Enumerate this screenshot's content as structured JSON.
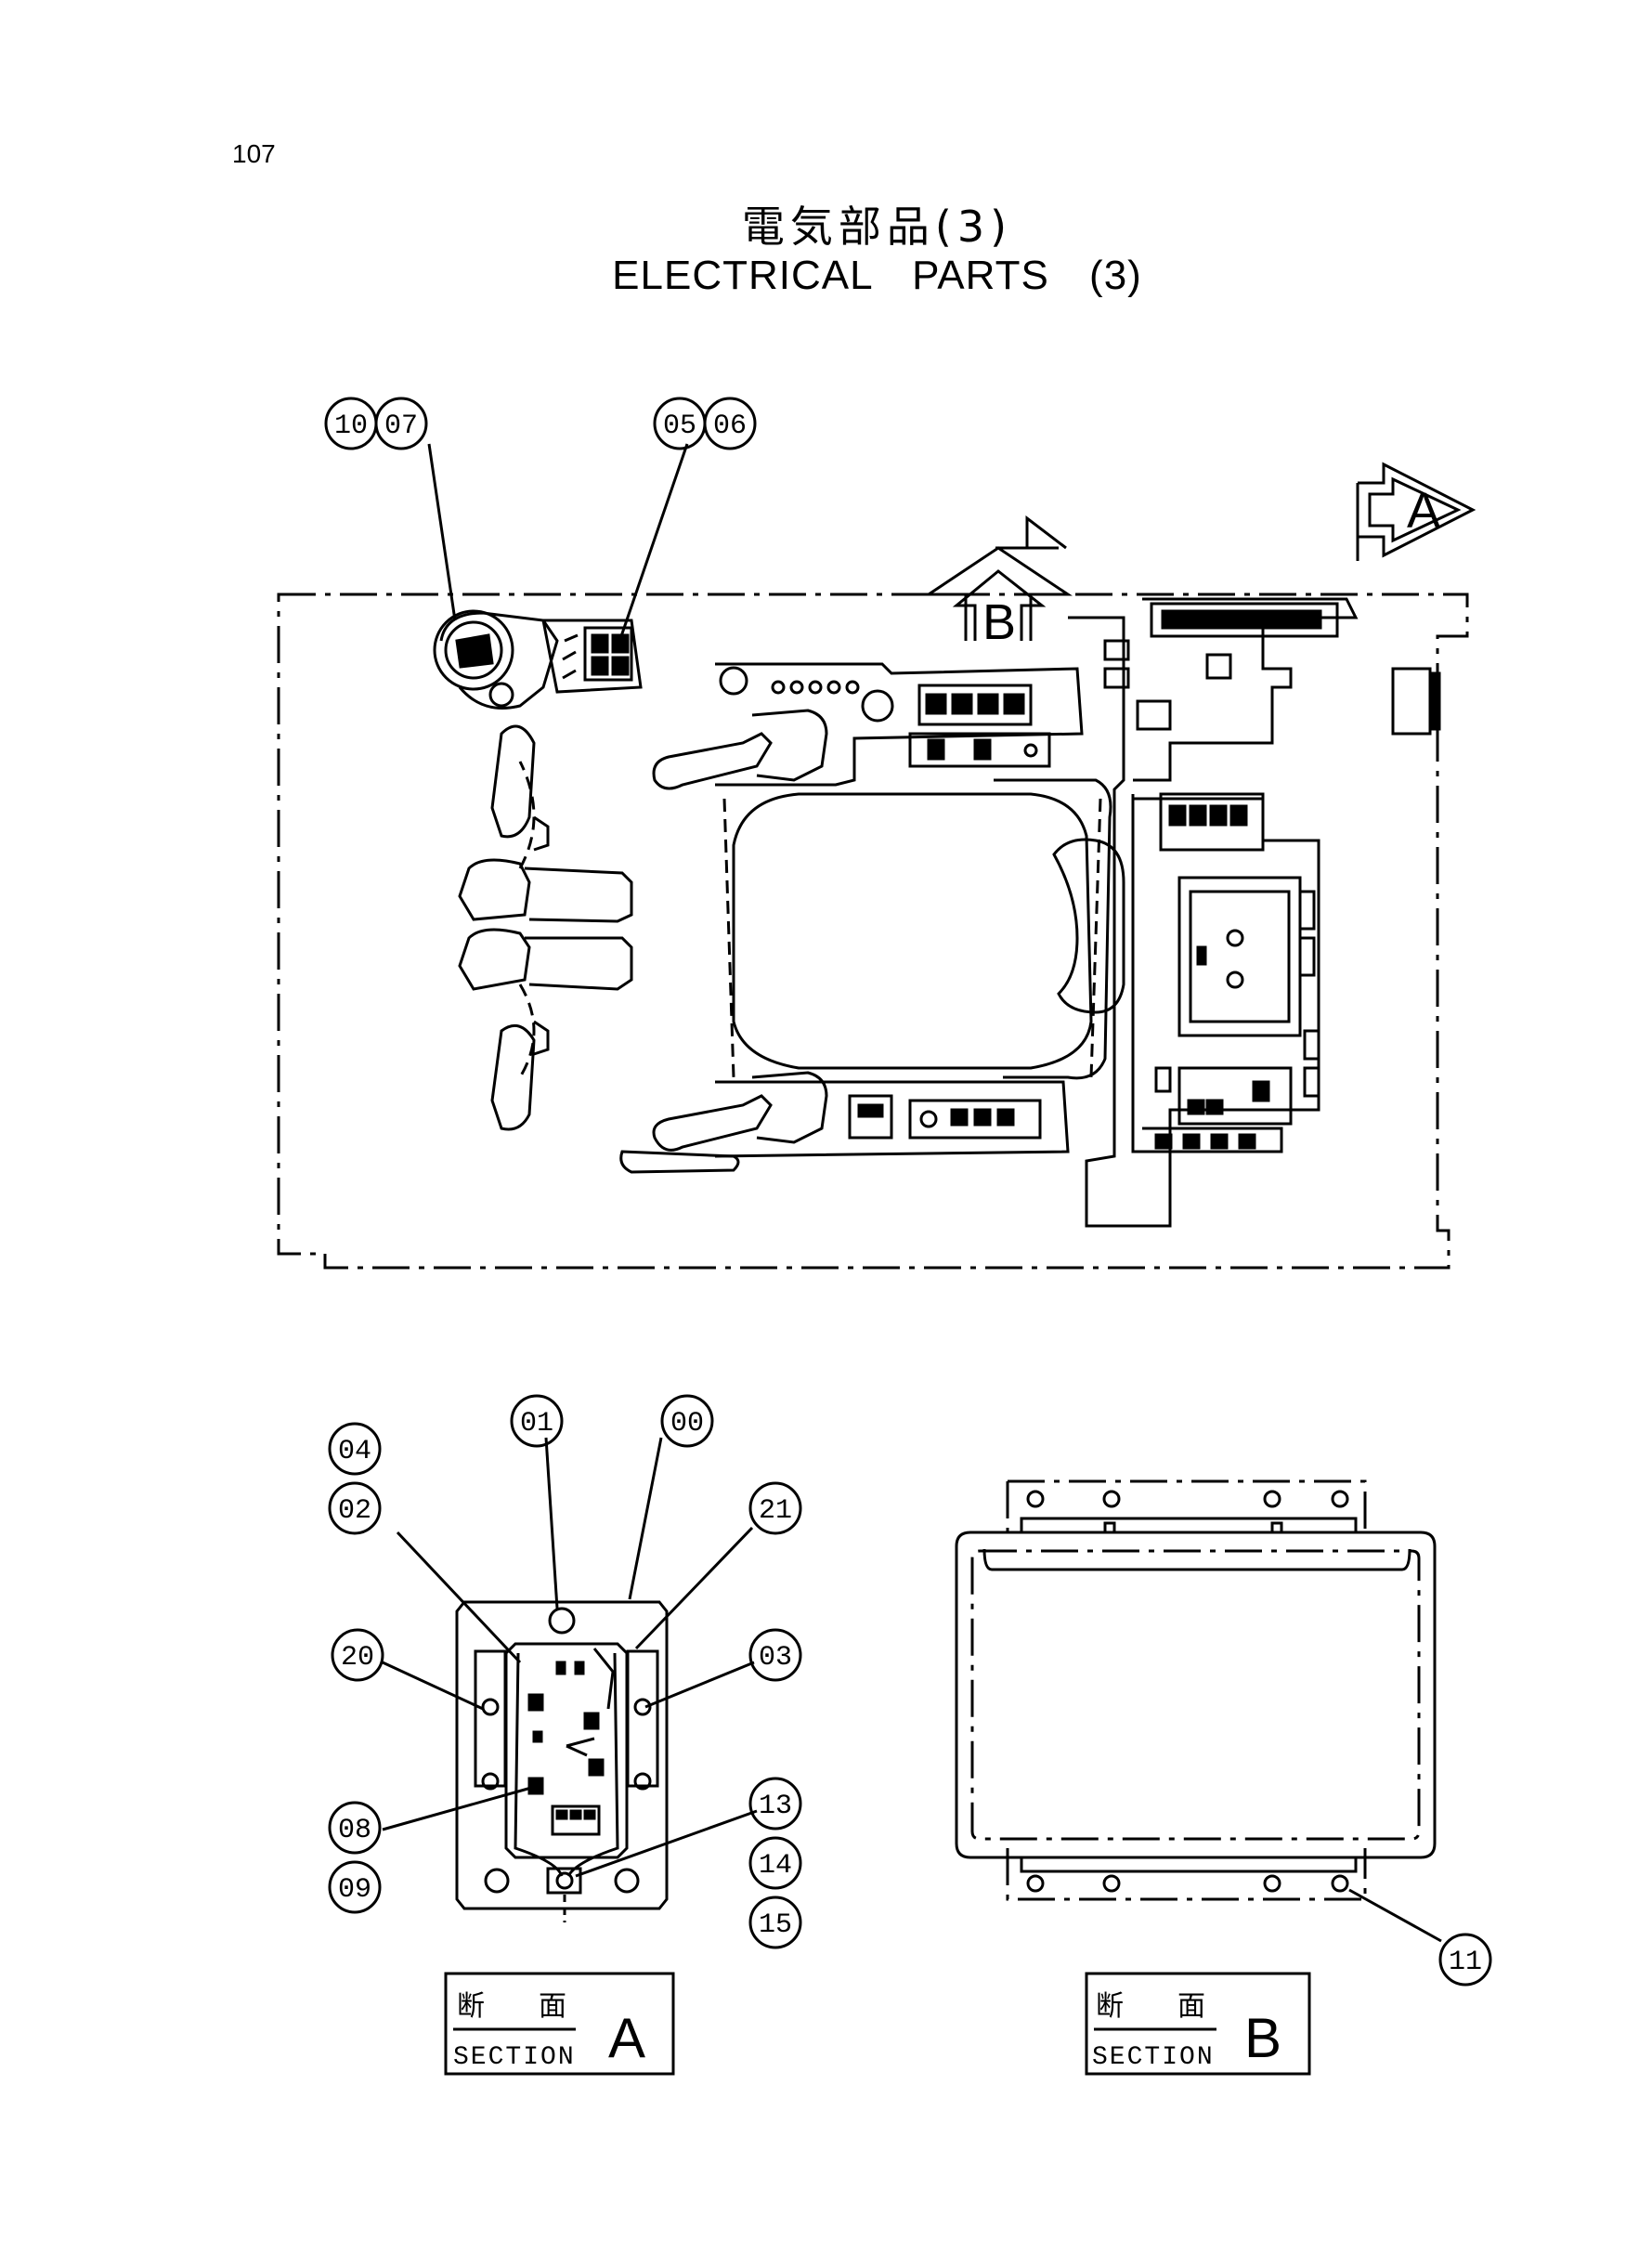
{
  "page": {
    "number": "107"
  },
  "title": {
    "japanese": "電気部品(3)",
    "english": "ELECTRICAL PARTS (3)"
  },
  "view_markers": [
    {
      "id": "A",
      "label": "A"
    },
    {
      "id": "B",
      "label": "B"
    }
  ],
  "callouts": {
    "top_left_a": "10",
    "top_left_b": "07",
    "top_right_a": "05",
    "top_right_b": "06",
    "sa_01": "01",
    "sa_00": "00",
    "sa_04": "04",
    "sa_02": "02",
    "sa_21": "21",
    "sa_20": "20",
    "sa_03": "03",
    "sa_13": "13",
    "sa_14": "14",
    "sa_15": "15",
    "sa_08": "08",
    "sa_09": "09",
    "sb_11": "11"
  },
  "sections": [
    {
      "id": "A",
      "jp_left": "断",
      "jp_right": "面",
      "en": "SECTION",
      "letter": "A"
    },
    {
      "id": "B",
      "jp_left": "断",
      "jp_right": "面",
      "en": "SECTION",
      "letter": "B"
    }
  ]
}
